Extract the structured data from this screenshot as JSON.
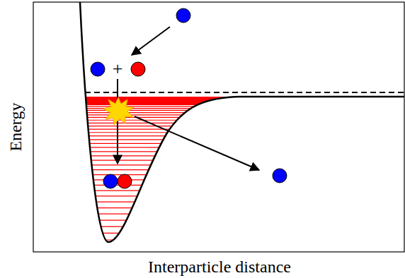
{
  "diagram": {
    "labels": [
      "Energy",
      "Interparticle distance",
      "+"
    ]
  }
}
